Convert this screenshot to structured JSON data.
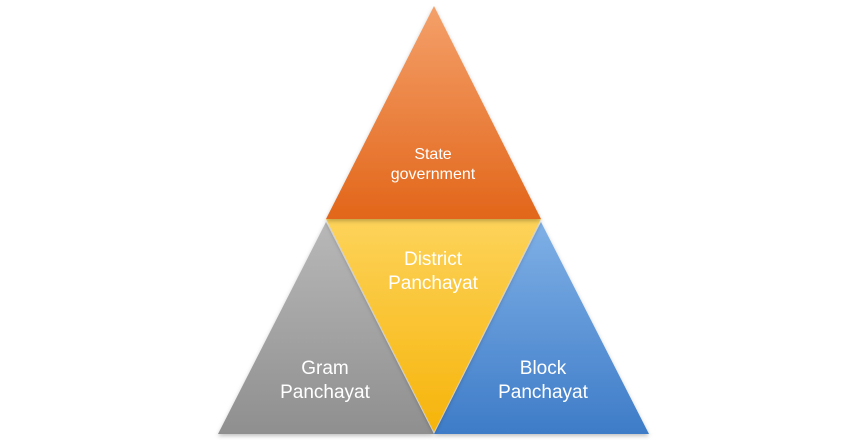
{
  "diagram": {
    "tiers": [
      {
        "id": "state",
        "lines": [
          "State",
          "government"
        ],
        "color": "#e96f22"
      },
      {
        "id": "district",
        "lines": [
          "District",
          "Panchayat"
        ],
        "color": "#fbbf14"
      },
      {
        "id": "gram",
        "lines": [
          "Gram",
          "Panchayat"
        ],
        "color": "#9e9e9e"
      },
      {
        "id": "block",
        "lines": [
          "Block",
          "Panchayat"
        ],
        "color": "#4f8fd6"
      }
    ]
  }
}
